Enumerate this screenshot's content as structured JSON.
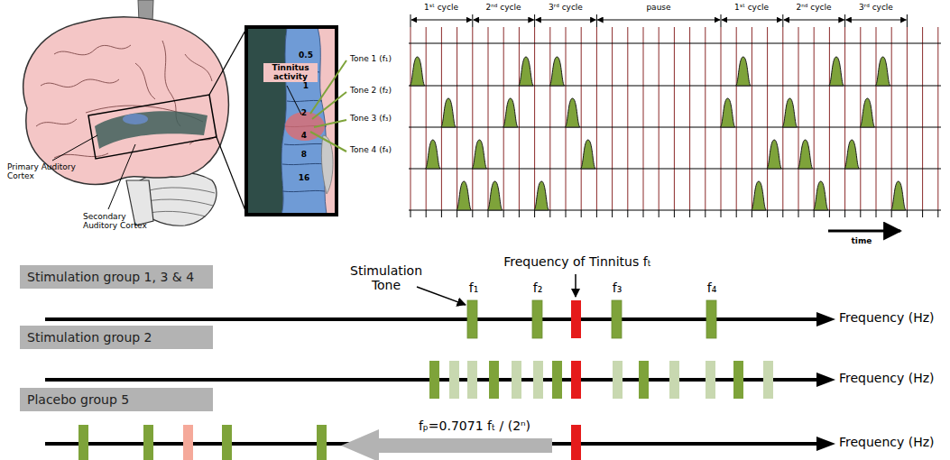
{
  "diagram": {
    "nodes": [
      {
        "text": [
          "Stimulation group 1, 3 & 4"
        ]
      },
      {
        "text": [
          "Stimulation group 2"
        ]
      },
      {
        "text": [
          "Placebo group 5"
        ]
      }
    ],
    "labels": [
      "Tinnitus activity",
      "0.5",
      "1",
      "2",
      "4",
      "8",
      "16",
      "Primary Auditory Cortex",
      "Secondary Auditory Cortex",
      "Tone 1 (f₁)",
      "Tone 2 (f₂)",
      "Tone 3 (f₃)",
      "Tone 4 (f₄)",
      "1ˢᵗ cycle",
      "2ⁿᵈ cycle",
      "3ʳᵈ cycle",
      "pause",
      "1ˢᵗ cycle",
      "2ⁿᵈ cycle",
      "3ʳᵈ cycle",
      "time",
      "Stimulation Tone",
      "Frequency of Tinnitus fₜ",
      "f₁",
      "f₂",
      "f₃",
      "f₄",
      "Frequency (Hz)",
      "Frequency (Hz)",
      "fₚ=0.7071 fₜ / (2ⁿ)",
      "Frequency (Hz)"
    ]
  }
}
